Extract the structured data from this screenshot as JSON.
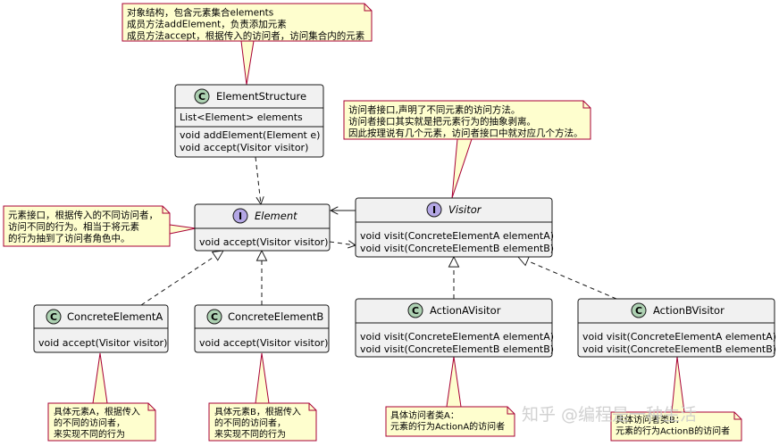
{
  "notes": {
    "element_structure": [
      "对象结构，包含元素集合elements",
      "成员方法addElement，负责添加元素",
      "成员方法accept，根据传入的访问者，访问集合内的元素"
    ],
    "visitor": [
      "访问者接口,声明了不同元素的访问方法。",
      "访问者接口其实就是把元素行为的抽象剥离。",
      "因此按理说有几个元素，访问者接口中就对应几个方法。"
    ],
    "element": [
      "元素接口，根据传入的不同访问者，",
      "访问不同的行为。相当于将元素",
      "的行为抽到了访问者角色中。"
    ],
    "concrete_a": [
      "具体元素A，根据传入",
      "的不同的访问者，",
      "来实现不同的行为"
    ],
    "concrete_b": [
      "具体元素B，根据传入",
      "的不同的访问者，",
      "来实现不同的行为"
    ],
    "action_a": [
      "具体访问者类A：",
      "元素的行为ActionA的访问者"
    ],
    "action_b": [
      "具体访问者类B：",
      "元素的行为ActionB的访问者"
    ]
  },
  "classes": {
    "element_structure": {
      "stereotype": "C",
      "name": "ElementStructure",
      "fields": [
        "List<Element> elements"
      ],
      "methods": [
        "void addElement(Element e)",
        "void accept(Visitor visitor)"
      ]
    },
    "element": {
      "stereotype": "I",
      "name": "Element",
      "fields": [],
      "methods": [
        "void accept(Visitor visitor)"
      ]
    },
    "visitor": {
      "stereotype": "I",
      "name": "Visitor",
      "fields": [],
      "methods": [
        "void visit(ConcreteElementA elementA)",
        "void visit(ConcreteElementB elementB)"
      ]
    },
    "concrete_a": {
      "stereotype": "C",
      "name": "ConcreteElementA",
      "fields": [],
      "methods": [
        "void accept(Visitor visitor)"
      ]
    },
    "concrete_b": {
      "stereotype": "C",
      "name": "ConcreteElementB",
      "fields": [],
      "methods": [
        "void accept(Visitor visitor)"
      ]
    },
    "action_a": {
      "stereotype": "C",
      "name": "ActionAVisitor",
      "fields": [],
      "methods": [
        "void visit(ConcreteElementA elementA)",
        "void visit(ConcreteElementB elementB)"
      ]
    },
    "action_b": {
      "stereotype": "C",
      "name": "ActionBVisitor",
      "fields": [],
      "methods": [
        "void visit(ConcreteElementA elementA)",
        "void visit(ConcreteElementB elementB)"
      ]
    }
  },
  "colors": {
    "class_fill": "#f1f1f1",
    "class_border": "#181818",
    "class_circle": "#add1b2",
    "interface_circle": "#b4a7e5",
    "note_fill": "#fefece",
    "note_border": "#a80036",
    "line": "#181818"
  },
  "watermark": "知乎 @编程是一种生活"
}
